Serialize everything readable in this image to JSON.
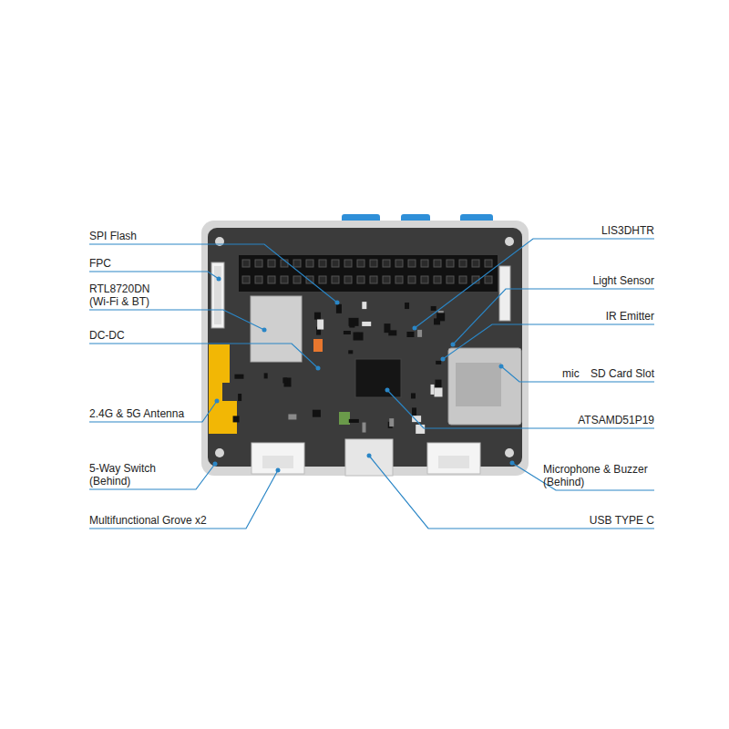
{
  "diagram": {
    "labels": [
      "SPI Flash",
      "FPC",
      "RTL8720DN (Wi-Fi & BT)",
      "DC-DC",
      "2.4G & 5G Antenna",
      "5-Way Switch (Behind)",
      "Multifunctional Grove x2",
      "LIS3DHTR",
      "Light Sensor",
      "IR Emitter",
      "mic",
      "SD Card Slot",
      "ATSAMD51P19",
      "Microphone & Buzzer (Behind)",
      "USB TYPE C"
    ]
  }
}
